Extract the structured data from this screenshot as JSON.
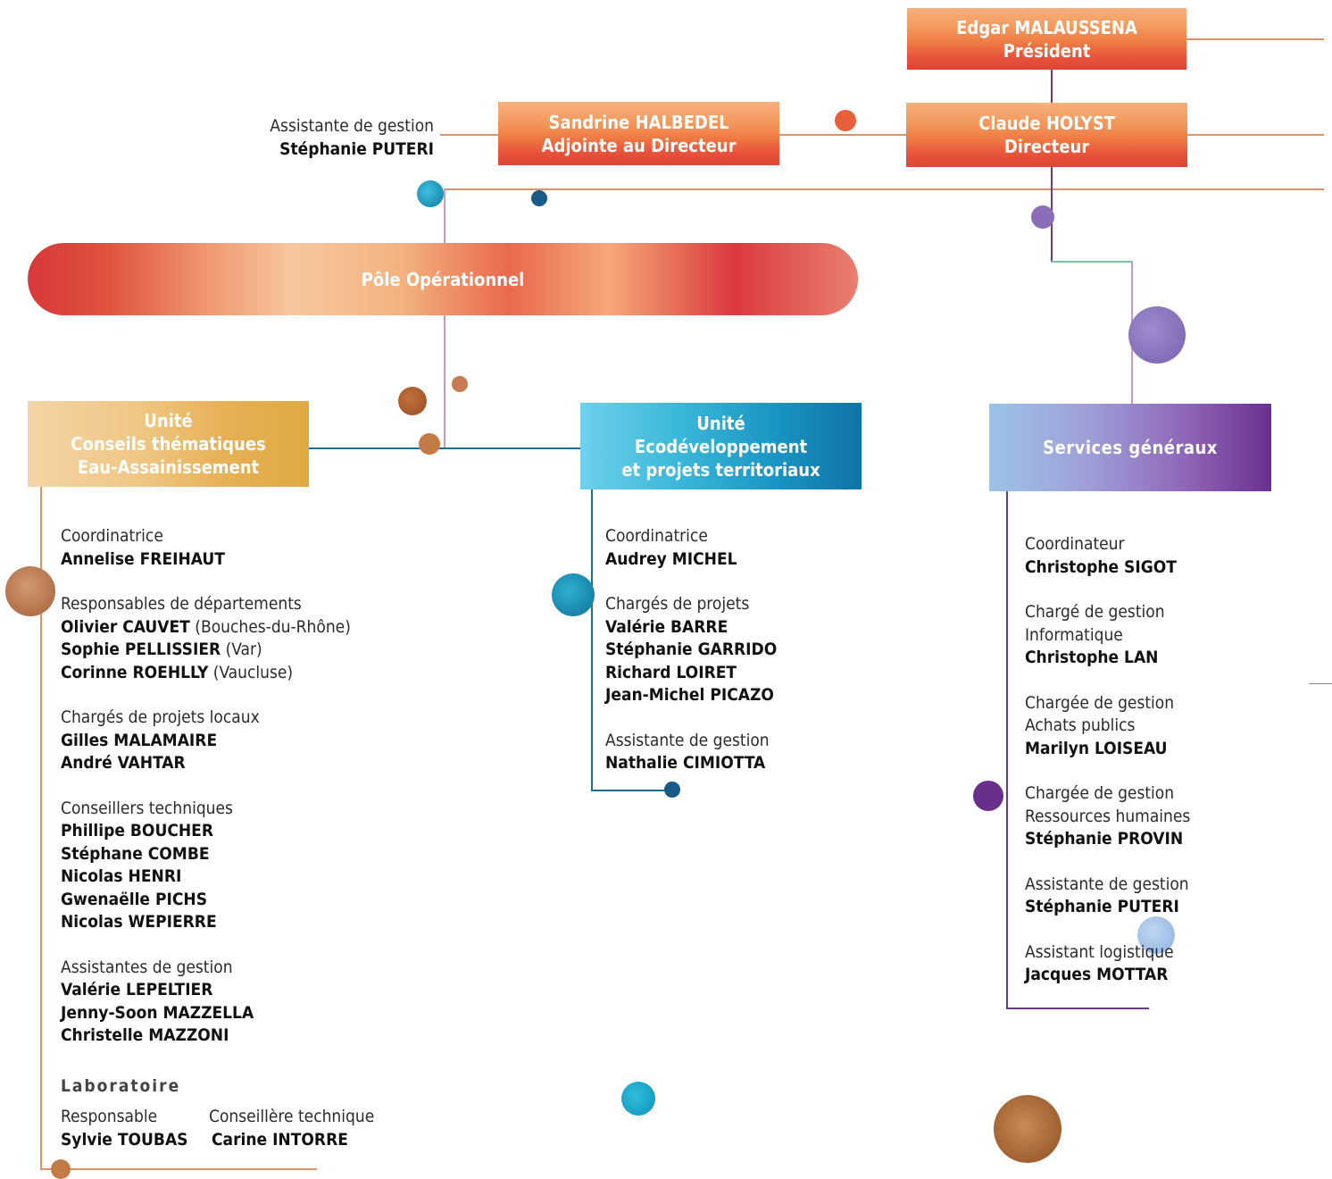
{
  "top": {
    "president": {
      "name": "Edgar MALAUSSENA",
      "title": "Président"
    },
    "director": {
      "name": "Claude HOLYST",
      "title": "Directeur"
    },
    "deputy": {
      "name": "Sandrine HALBEDEL",
      "title": "Adjointe au Directeur"
    },
    "deputy_assistant": {
      "role": "Assistante de gestion",
      "name": "Stéphanie PUTERI"
    }
  },
  "pole": {
    "label": "Pôle Opérationnel"
  },
  "unit_water": {
    "line1": "Unité",
    "line2": "Conseils thématiques",
    "line3": "Eau-Assainissement",
    "coordinator": {
      "role": "Coordinatrice",
      "name": "Annelise FREIHAUT"
    },
    "dept_heads": {
      "role": "Responsables de départements",
      "people": [
        {
          "name": "Olivier CAUVET",
          "area": "(Bouches-du-Rhône)"
        },
        {
          "name": "Sophie PELLISSIER",
          "area": "(Var)"
        },
        {
          "name": "Corinne ROEHLLY",
          "area": "(Vaucluse)"
        }
      ]
    },
    "local_projects": {
      "role": "Chargés de projets locaux",
      "people": [
        "Gilles MALAMAIRE",
        "André VAHTAR"
      ]
    },
    "tech_advisors": {
      "role": "Conseillers techniques",
      "people": [
        "Phillipe BOUCHER",
        "Stéphane COMBE",
        "Nicolas HENRI",
        "Gwenaëlle PICHS",
        "Nicolas WEPIERRE"
      ]
    },
    "assistants": {
      "role": "Assistantes de gestion",
      "people": [
        "Valérie LEPELTIER",
        "Jenny-Soon MAZZELLA",
        "Christelle MAZZONI"
      ]
    },
    "lab": {
      "title": "Laboratoire",
      "head": {
        "role": "Responsable",
        "name": "Sylvie TOUBAS"
      },
      "advisor": {
        "role": "Conseillère technique",
        "name": "Carine INTORRE"
      }
    }
  },
  "unit_eco": {
    "line1": "Unité",
    "line2": "Ecodéveloppement",
    "line3": "et projets territoriaux",
    "coordinator": {
      "role": "Coordinatrice",
      "name": "Audrey MICHEL"
    },
    "project_leads": {
      "role": "Chargés de projets",
      "people": [
        "Valérie BARRE",
        "Stéphanie GARRIDO",
        "Richard LOIRET",
        "Jean-Michel PICAZO"
      ]
    },
    "assistant": {
      "role": "Assistante de gestion",
      "name": "Nathalie CIMIOTTA"
    }
  },
  "services": {
    "label": "Services généraux",
    "coordinator": {
      "role": "Coordinateur",
      "name": "Christophe SIGOT"
    },
    "it": {
      "role1": "Chargé de gestion",
      "role2": "Informatique",
      "name": "Christophe LAN"
    },
    "purchasing": {
      "role1": "Chargée de gestion",
      "role2": "Achats publics",
      "name": "Marilyn LOISEAU"
    },
    "hr": {
      "role1": "Chargée de gestion",
      "role2": "Ressources humaines",
      "name": "Stéphanie PROVIN"
    },
    "assistant": {
      "role": "Assistante de gestion",
      "name": "Stéphanie PUTERI"
    },
    "logistics": {
      "role": "Assistant logistique",
      "name": "Jacques MOTTAR"
    }
  },
  "colors": {
    "orange_line": "#d9946a",
    "teal_line": "#1f6f94",
    "purple_line": "#6a3a8a",
    "pink_line": "#c79ab8",
    "green_line": "#6fc79a"
  }
}
